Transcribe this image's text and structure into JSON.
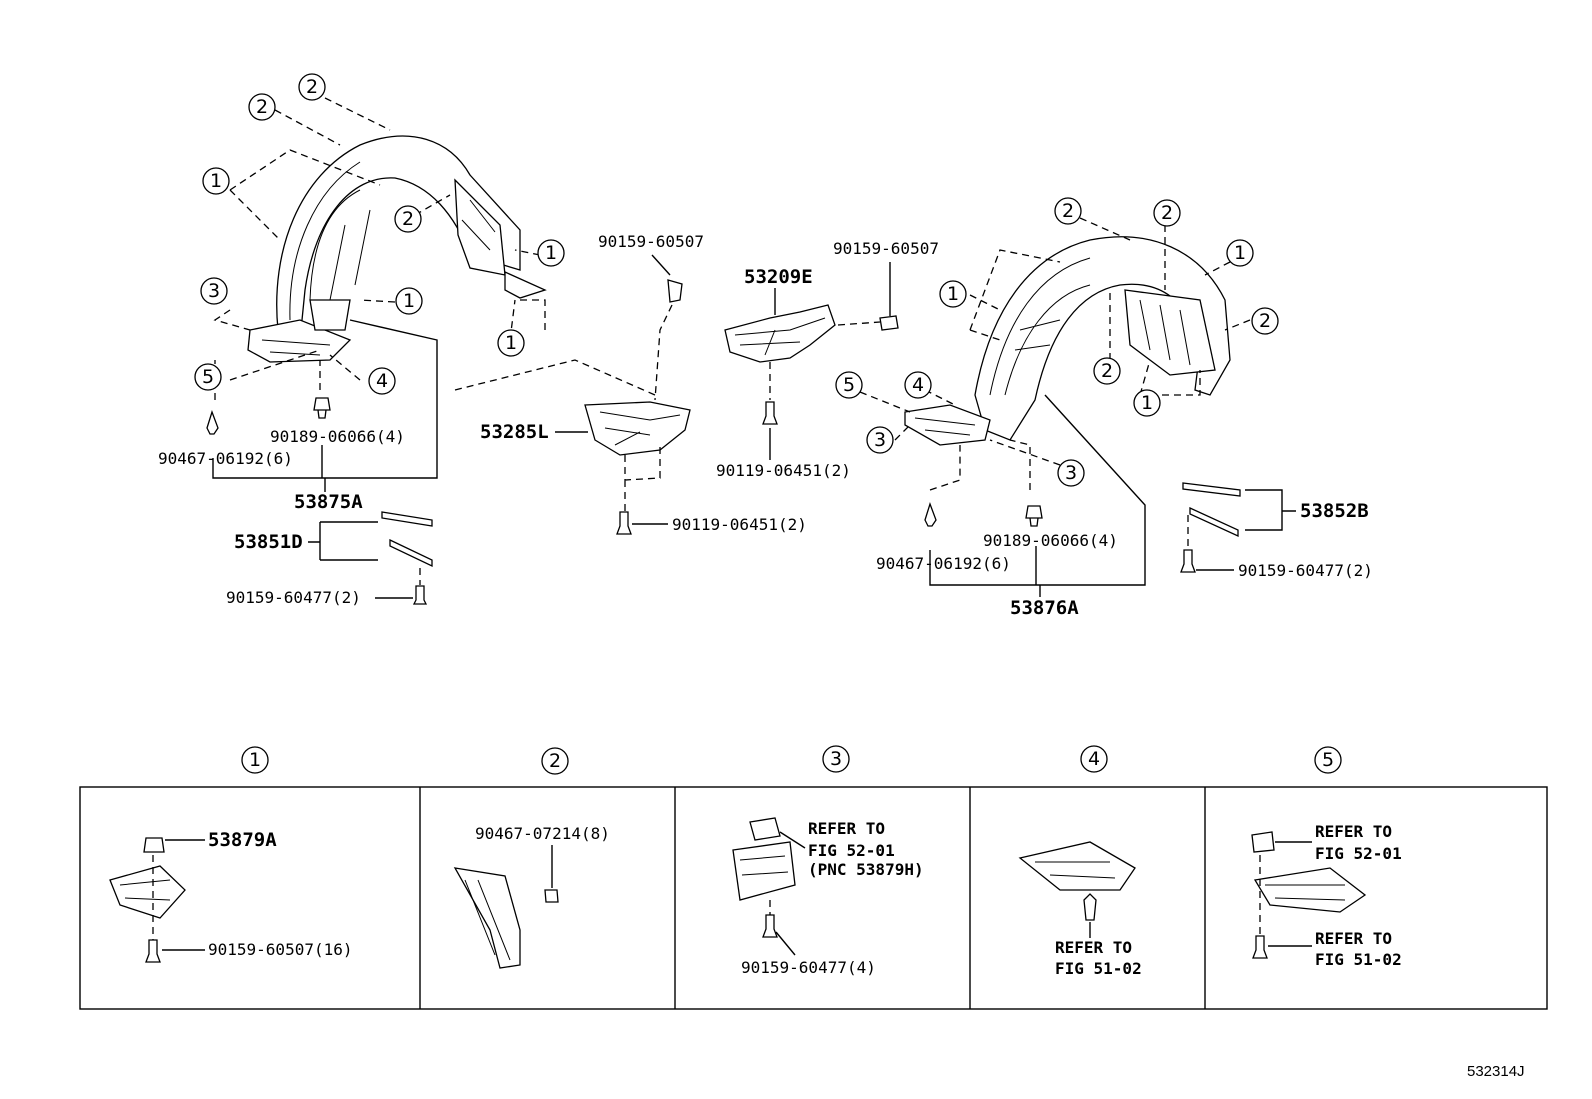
{
  "diagram": {
    "code": "532314J",
    "callouts": [
      "1",
      "2",
      "3",
      "4",
      "5"
    ],
    "parts": {
      "liner_left": "53875A",
      "liner_right": "53876A",
      "seal_left": "53851D",
      "seal_right": "53852B",
      "duct_left": "53285L",
      "duct_right": "53209E"
    },
    "fasteners": {
      "bolt_top_mid": "90159-60507",
      "bolt_top_right": "90159-60507",
      "clip_left_a": "90189-06066(4)",
      "clip_left_b": "90467-06192(6)",
      "clip_right_a": "90189-06066(4)",
      "clip_right_b": "90467-06192(6)",
      "screw_duct_left": "90119-06451(2)",
      "screw_duct_right": "90119-06451(2)",
      "screw_seal_left": "90159-60477(2)",
      "screw_seal_right": "90159-60477(2)"
    },
    "detail": {
      "d1_part": "53879A",
      "d1_bolt": "90159-60507(16)",
      "d2_clip": "90467-07214(8)",
      "d3_ref_l1": "REFER TO",
      "d3_ref_l2": "FIG 52-01",
      "d3_ref_l3": "(PNC 53879H)",
      "d3_bolt": "90159-60477(4)",
      "d4_ref_l1": "REFER TO",
      "d4_ref_l2": "FIG 51-02",
      "d5_ref_a_l1": "REFER TO",
      "d5_ref_a_l2": "FIG 52-01",
      "d5_ref_b_l1": "REFER TO",
      "d5_ref_b_l2": "FIG 51-02"
    }
  }
}
